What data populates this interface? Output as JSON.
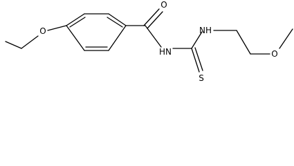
{
  "molecule": {
    "atoms": [
      {
        "id": "a_O_ether",
        "label": "O"
      },
      {
        "id": "a_O_carbonyl",
        "label": "O"
      },
      {
        "id": "a_NH_amide",
        "label": "HN"
      },
      {
        "id": "a_NH_thio",
        "label": "NH"
      },
      {
        "id": "a_S",
        "label": "S"
      },
      {
        "id": "a_O_methoxy",
        "label": "O"
      }
    ]
  }
}
